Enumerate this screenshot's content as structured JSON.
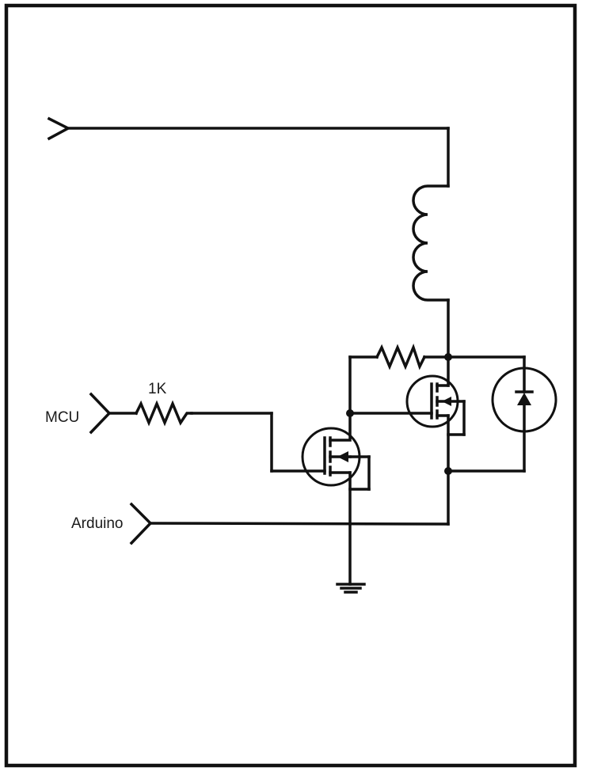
{
  "labels": {
    "mcu": "MCU",
    "resistor_value": "1K",
    "arduino": "Arduino"
  },
  "colors": {
    "stroke": "#111111",
    "background": "#ffffff"
  }
}
